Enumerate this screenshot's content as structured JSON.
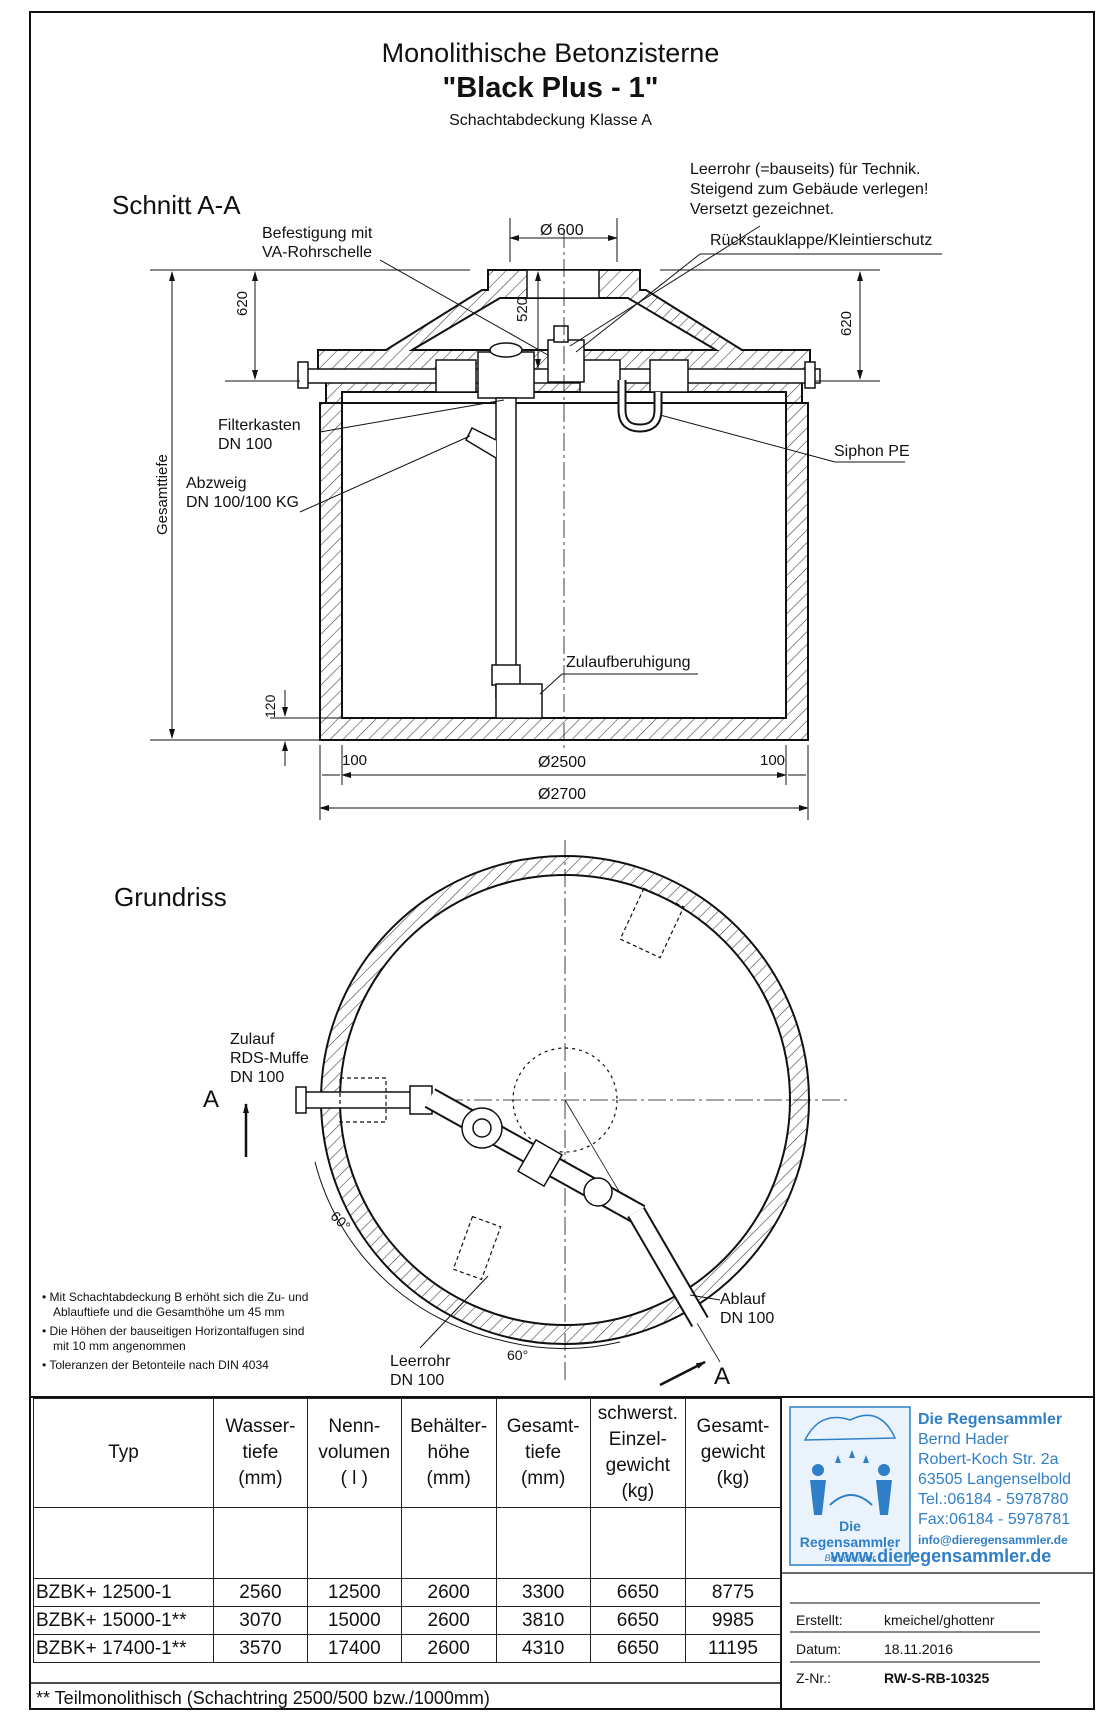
{
  "title": {
    "line1": "Monolithische Betonzisterne",
    "line2": "\"Black Plus - 1\"",
    "line3": "Schachtabdeckung Klasse A"
  },
  "section": {
    "heading": "Schnitt A-A",
    "leerrohr_note": [
      "Leerrohr (=bauseits) für Technik.",
      "Steigend zum Gebäude verlegen!",
      "Versetzt gezeichnet."
    ],
    "rueckstau": "Rückstauklappe/Kleintierschutz",
    "befestigung": [
      "Befestigung mit",
      "VA-Rohrschelle"
    ],
    "dim_d600": "Ø 600",
    "dim_620_left": "620",
    "dim_620_right": "620",
    "dim_520": "520",
    "filterkasten": [
      "Filterkasten",
      "DN 100"
    ],
    "abzweig": [
      "Abzweig",
      "DN 100/100 KG"
    ],
    "siphon": "Siphon PE",
    "gesamttiefe": "Gesamttiefe",
    "zulaufberuhigung": "Zulaufberuhigung",
    "dim_120": "120",
    "dim_100_left": "100",
    "dim_d2500": "Ø2500",
    "dim_100_right": "100",
    "dim_d2700": "Ø2700"
  },
  "plan": {
    "heading": "Grundriss",
    "zulauf": [
      "Zulauf",
      "RDS-Muffe",
      "DN 100"
    ],
    "cut_left": "A",
    "cut_right": "A",
    "angle_left": "60°",
    "angle_bottom": "60°",
    "ablauf": [
      "Ablauf",
      "DN 100"
    ],
    "leerrohr": [
      "Leerrohr",
      "DN 100"
    ]
  },
  "notes": [
    [
      "Mit Schachtabdeckung B erhöht sich  die Zu- und",
      "Ablauftiefe und die Gesamthöhe  um 45 mm"
    ],
    [
      "Die Höhen der bauseitigen Horizontalfugen  sind",
      "mit 10 mm angenommen"
    ],
    [
      "Toleranzen der Betonteile nach DIN 4034"
    ]
  ],
  "table": {
    "headers": [
      [
        "Typ"
      ],
      [
        "Wasser-",
        "tiefe",
        "(mm)"
      ],
      [
        "Nenn-",
        "volumen",
        "( l )"
      ],
      [
        "Behälter-",
        "höhe",
        "(mm)"
      ],
      [
        "Gesamt-",
        "tiefe",
        "(mm)"
      ],
      [
        "schwerst.",
        "Einzel-",
        "gewicht",
        "(kg)"
      ],
      [
        "Gesamt-",
        "gewicht",
        "(kg)"
      ]
    ],
    "rows": [
      [
        "BZBK+ 12500-1",
        "2560",
        "12500",
        "2600",
        "3300",
        "6650",
        "8775"
      ],
      [
        "BZBK+ 15000-1**",
        "3070",
        "15000",
        "2600",
        "3810",
        "6650",
        "9985"
      ],
      [
        "BZBK+ 17400-1**",
        "3570",
        "17400",
        "2600",
        "4310",
        "6650",
        "11195"
      ]
    ],
    "footnote": "** Teilmonolithisch (Schachtring 2500/500 bzw./1000mm)"
  },
  "company": {
    "name": "Die Regensammler",
    "owner": "Bernd Hader",
    "street": "Robert-Koch Str. 2a",
    "city": "63505 Langenselbold",
    "tel": "Tel.:06184 - 5978780",
    "fax": "Fax:06184 - 5978781",
    "email": "info@dieregensammler.de",
    "web": "www.dieregensammler.de",
    "logo_text": [
      "Die",
      "Regensammler",
      "Bernd Hader"
    ],
    "brand_color": "#2f7fc8"
  },
  "meta": {
    "erstellt_label": "Erstellt:",
    "erstellt_value": "kmeichel/ghottenr",
    "datum_label": "Datum:",
    "datum_value": "18.11.2016",
    "znr_label": "Z-Nr.:",
    "znr_value": "RW-S-RB-10325"
  }
}
